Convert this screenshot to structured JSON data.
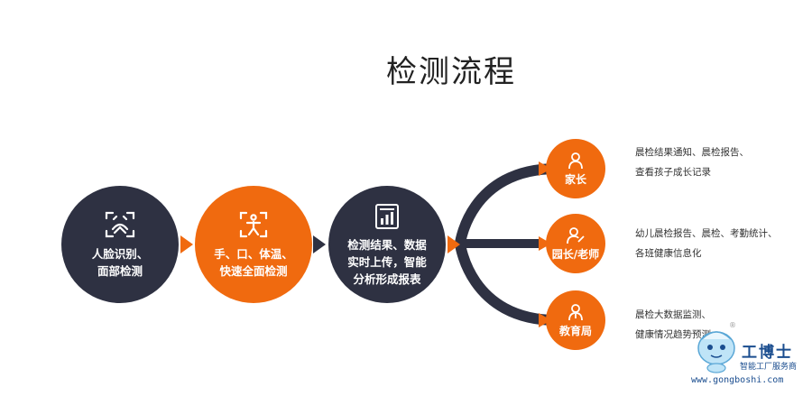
{
  "title": "检测流程",
  "steps": [
    {
      "line1": "人脸识别、",
      "line2": "面部检测",
      "line3": "",
      "icon": "face-scan-icon"
    },
    {
      "line1": "手、口、体温、",
      "line2": "快速全面检测",
      "line3": "",
      "icon": "body-scan-icon"
    },
    {
      "line1": "检测结果、数据",
      "line2": "实时上传，智能",
      "line3": "分析形成报表",
      "icon": "report-chart-icon"
    }
  ],
  "roles": [
    {
      "label": "家长",
      "icon": "parent-user-icon"
    },
    {
      "label": "园长/老师",
      "icon": "teacher-user-icon"
    },
    {
      "label": "教育局",
      "icon": "bureau-user-icon"
    }
  ],
  "descriptions": [
    {
      "line1": "晨检结果通知、晨检报告、",
      "line2": "查看孩子成长记录"
    },
    {
      "line1": "幼儿晨检报告、晨检、考勤统计、",
      "line2": "各班健康信息化"
    },
    {
      "line1": "晨检大数据监测、",
      "line2": "健康情况趋势预测"
    }
  ],
  "watermark": {
    "brand": "工博士",
    "subtitle": "智能工厂服务商",
    "url": "www.gongboshi.com",
    "registered": "®"
  },
  "colors": {
    "dark": "#2e3142",
    "orange": "#f06a0f"
  }
}
